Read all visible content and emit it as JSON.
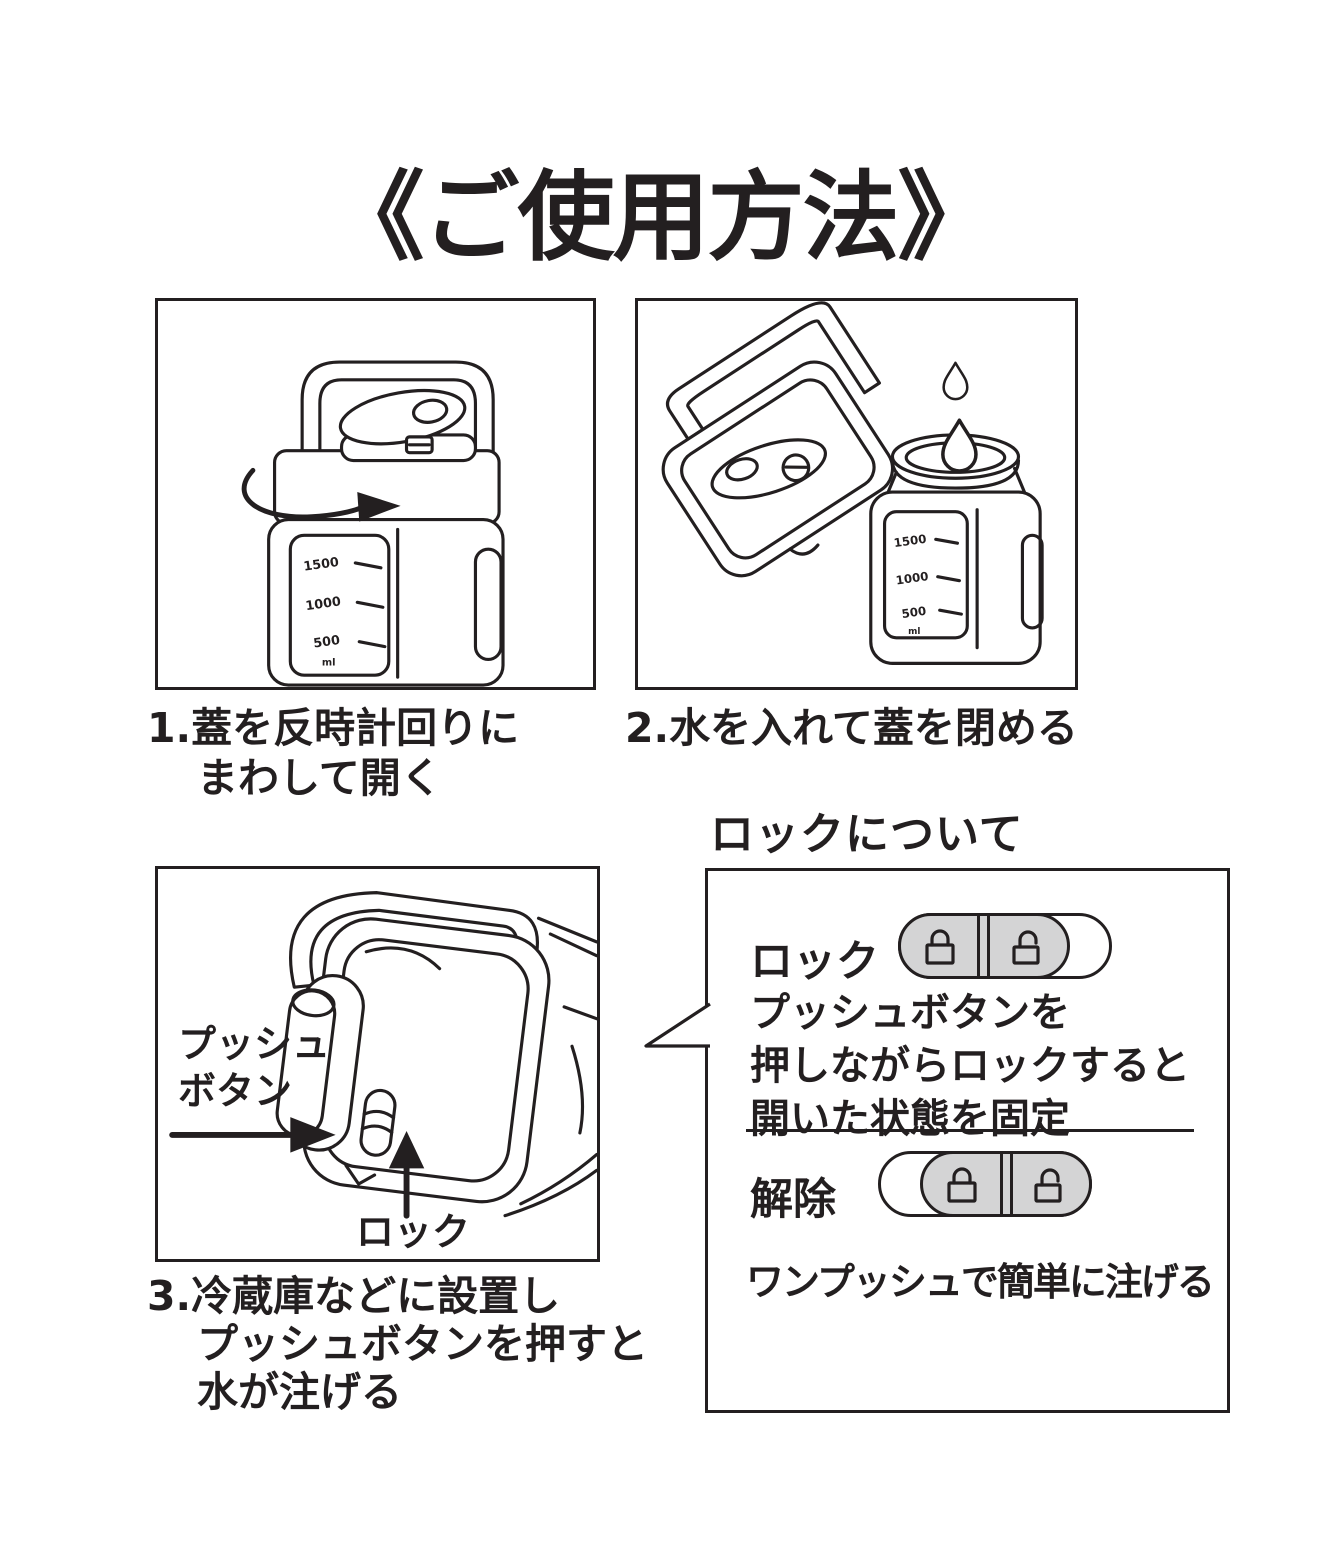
{
  "title": "《ご使用方法》",
  "colors": {
    "ink": "#231f20",
    "toggle_gray": "#d4d4d5",
    "background": "#ffffff"
  },
  "steps": {
    "step1": {
      "line1": "1.蓋を反時計回りに",
      "line2": "まわして開く"
    },
    "step2": {
      "line1": "2.水を入れて蓋を閉める"
    },
    "step3": {
      "line1": "3.冷蔵庫などに設置し",
      "line2": "プッシュボタンを押すと",
      "line3": "水が注げる"
    }
  },
  "jug_scale": {
    "top": "1500",
    "middle": "1000",
    "bottom": "500",
    "unit": "ml"
  },
  "panel3": {
    "push_button_label_line1": "プッシュ",
    "push_button_label_line2": "ボタン",
    "lock_label": "ロック"
  },
  "lock_info": {
    "heading": "ロックについて",
    "locked": {
      "label": "ロック",
      "slider_position": "left",
      "icons": [
        "closed-padlock",
        "open-padlock"
      ]
    },
    "locked_desc": {
      "line1": "プッシュボタンを",
      "line2": "押しながらロックすると",
      "line3": "開いた状態を固定"
    },
    "released": {
      "label": "解除",
      "slider_position": "right",
      "icons": [
        "closed-padlock",
        "open-padlock"
      ]
    },
    "released_desc": "ワンプッシュで簡単に注げる"
  }
}
